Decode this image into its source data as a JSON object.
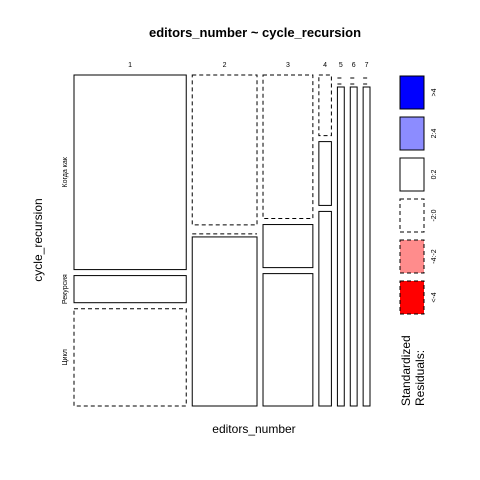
{
  "chart_data": {
    "type": "mosaic",
    "title": "editors_number ~ cycle_recursion",
    "xlabel": "editors_number",
    "ylabel": "cycle_recursion",
    "x_categories": [
      "1",
      "2",
      "3",
      "4",
      "5",
      "6",
      "7"
    ],
    "y_categories": [
      "Когда как",
      "Рекурсия",
      "Цикл"
    ],
    "column_proportions": [
      0.376,
      0.217,
      0.167,
      0.042,
      0.023,
      0.023,
      0.023
    ],
    "cells": [
      {
        "x": "1",
        "y": "Когда как",
        "proportion": 0.61,
        "residual_band": "0:2"
      },
      {
        "x": "1",
        "y": "Рекурсия",
        "proportion": 0.085,
        "residual_band": "0:2"
      },
      {
        "x": "1",
        "y": "Цикл",
        "proportion": 0.305,
        "residual_band": "-2:0"
      },
      {
        "x": "2",
        "y": "Когда как",
        "proportion": 0.47,
        "residual_band": "-2:0"
      },
      {
        "x": "2",
        "y": "Рекурсия",
        "proportion": 0.0,
        "residual_band": "-2:0"
      },
      {
        "x": "2",
        "y": "Цикл",
        "proportion": 0.53,
        "residual_band": "0:2"
      },
      {
        "x": "3",
        "y": "Когда как",
        "proportion": 0.45,
        "residual_band": "-2:0"
      },
      {
        "x": "3",
        "y": "Рекурсия",
        "proportion": 0.135,
        "residual_band": "0:2"
      },
      {
        "x": "3",
        "y": "Цикл",
        "proportion": 0.415,
        "residual_band": "0:2"
      },
      {
        "x": "4",
        "y": "Когда как",
        "proportion": 0.19,
        "residual_band": "-2:0"
      },
      {
        "x": "4",
        "y": "Рекурсия",
        "proportion": 0.2,
        "residual_band": "0:2"
      },
      {
        "x": "4",
        "y": "Цикл",
        "proportion": 0.61,
        "residual_band": "0:2"
      },
      {
        "x": "5",
        "y": "Когда как",
        "proportion": 0.0,
        "residual_band": "-2:0"
      },
      {
        "x": "5",
        "y": "Рекурсия",
        "proportion": 0.0,
        "residual_band": "-2:0"
      },
      {
        "x": "5",
        "y": "Цикл",
        "proportion": 1.0,
        "residual_band": "0:2"
      },
      {
        "x": "6",
        "y": "Когда как",
        "proportion": 0.0,
        "residual_band": "-2:0"
      },
      {
        "x": "6",
        "y": "Рекурсия",
        "proportion": 0.0,
        "residual_band": "-2:0"
      },
      {
        "x": "6",
        "y": "Цикл",
        "proportion": 1.0,
        "residual_band": "0:2"
      },
      {
        "x": "7",
        "y": "Когда как",
        "proportion": 0.0,
        "residual_band": "-2:0"
      },
      {
        "x": "7",
        "y": "Рекурсия",
        "proportion": 0.0,
        "residual_band": "-2:0"
      },
      {
        "x": "7",
        "y": "Цикл",
        "proportion": 1.0,
        "residual_band": "0:2"
      }
    ],
    "legend": {
      "title": "Standardized\nResiduals:",
      "placement": "right",
      "entries": [
        {
          "label": ">4",
          "fill": "#0000ff",
          "border": "solid"
        },
        {
          "label": "2:4",
          "fill": "#8c8cff",
          "border": "solid"
        },
        {
          "label": "0:2",
          "fill": "#ffffff",
          "border": "solid"
        },
        {
          "label": "-2:0",
          "fill": "#ffffff",
          "border": "dashed"
        },
        {
          "label": "-4:-2",
          "fill": "#ff8c8c",
          "border": "dashed"
        },
        {
          "label": "<-4",
          "fill": "#ff0000",
          "border": "dashed"
        }
      ]
    }
  }
}
